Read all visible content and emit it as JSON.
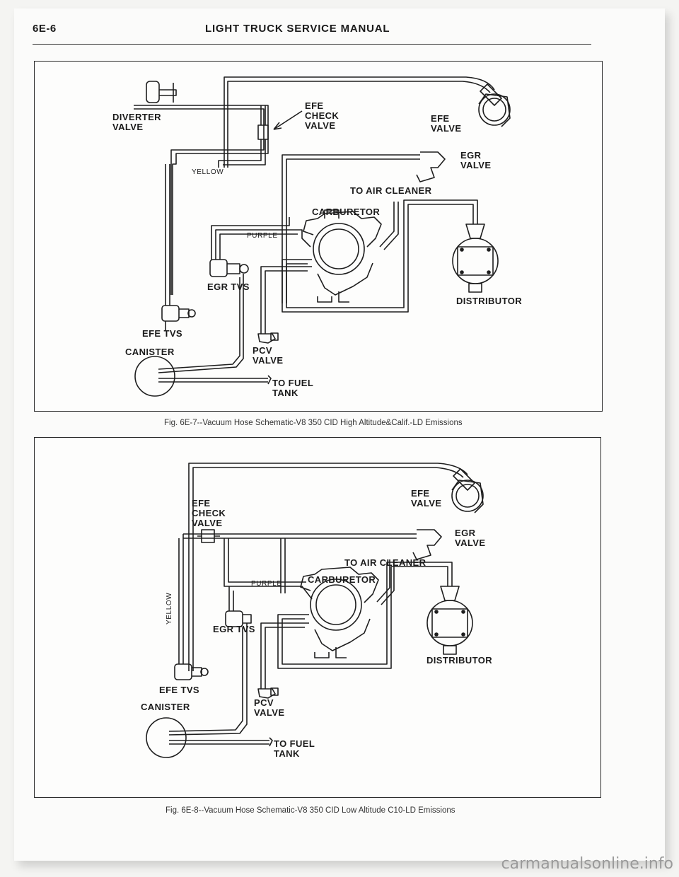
{
  "header": {
    "page_number": "6E-6",
    "title": "LIGHT TRUCK SERVICE MANUAL"
  },
  "figures": [
    {
      "caption": "Fig. 6E-7--Vacuum Hose Schematic-V8 350 CID High Altitude&Calif.-LD Emissions",
      "labels": {
        "diverter_valve": "DIVERTER VALVE",
        "efe_check_valve": "EFE CHECK VALVE",
        "efe_valve": "EFE VALVE",
        "egr_valve": "EGR VALVE",
        "yellow": "YELLOW",
        "to_air_cleaner": "TO AIR CLEANER",
        "carburetor": "CARBURETOR",
        "purple": "PURPLE",
        "egr_tvs": "EGR TVS",
        "distributor": "DISTRIBUTOR",
        "efe_tvs": "EFE TVS",
        "canister": "CANISTER",
        "pcv_valve": "PCV VALVE",
        "to_fuel_tank": "TO FUEL TANK"
      }
    },
    {
      "caption": "Fig. 6E-8--Vacuum Hose Schematic-V8 350 CID Low Altitude C10-LD Emissions",
      "labels": {
        "efe_check_valve": "EFE CHECK VALVE",
        "efe_valve": "EFE VALVE",
        "egr_valve": "EGR VALVE",
        "to_air_cleaner": "TO AIR CLEANER",
        "yellow": "YELLOW",
        "purple": "PURPLE",
        "carburetor": "CARBURETOR",
        "egr_tvs": "EGR TVS",
        "distributor": "DISTRIBUTOR",
        "efe_tvs": "EFE TVS",
        "canister": "CANISTER",
        "pcv_valve": "PCV VALVE",
        "to_fuel_tank": "TO FUEL TANK"
      }
    }
  ],
  "watermark": "carmanualsonline.info"
}
